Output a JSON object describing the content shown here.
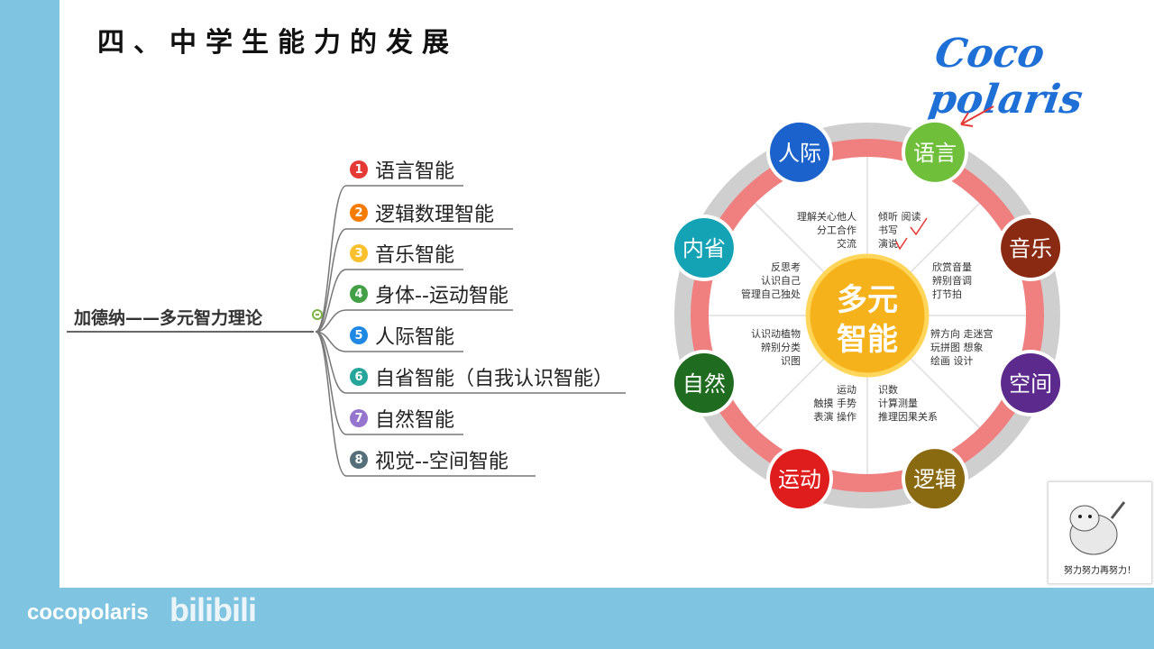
{
  "slide": {
    "title": "四、中学生能力的发展",
    "brand": "Coco polaris"
  },
  "mindmap": {
    "root": "加德纳——多元智力理论",
    "branches": [
      {
        "num": "1",
        "label": "语言智能",
        "color": "#e53935"
      },
      {
        "num": "2",
        "label": "逻辑数理智能",
        "color": "#f57c00"
      },
      {
        "num": "3",
        "label": "音乐智能",
        "color": "#fbc02d"
      },
      {
        "num": "4",
        "label": "身体--运动智能",
        "color": "#43a047"
      },
      {
        "num": "5",
        "label": "人际智能",
        "color": "#1e88e5"
      },
      {
        "num": "6",
        "label": "自省智能（自我认识智能）",
        "color": "#26a69a"
      },
      {
        "num": "7",
        "label": "自然智能",
        "color": "#9575cd"
      },
      {
        "num": "8",
        "label": "视觉--空间智能",
        "color": "#546e7a"
      }
    ]
  },
  "diagram": {
    "center_line1": "多元",
    "center_line2": "智能",
    "outer": [
      {
        "label": "语言",
        "color": "#6fbf3a"
      },
      {
        "label": "音乐",
        "color": "#8b2a12"
      },
      {
        "label": "空间",
        "color": "#5b2a8c"
      },
      {
        "label": "逻辑",
        "color": "#8a6a10"
      },
      {
        "label": "运动",
        "color": "#e01d1d"
      },
      {
        "label": "自然",
        "color": "#1f6b1f"
      },
      {
        "label": "内省",
        "color": "#14a3b5"
      },
      {
        "label": "人际",
        "color": "#1b62cc"
      }
    ],
    "descriptions": [
      {
        "lines": [
          "倾听 阅读",
          "书写",
          "演说"
        ]
      },
      {
        "lines": [
          "欣赏音量",
          "辨别音调",
          "打节拍"
        ]
      },
      {
        "lines": [
          "辨方向  走迷宫",
          "玩拼图  想象",
          "绘画  设计"
        ]
      },
      {
        "lines": [
          "识数",
          "计算测量",
          "推理因果关系"
        ]
      },
      {
        "lines": [
          "运动",
          "触摸  手势",
          "表演  操作"
        ]
      },
      {
        "lines": [
          "认识动植物",
          "辨别分类",
          "识图"
        ]
      },
      {
        "lines": [
          "反思考",
          "认识自己",
          "管理自己独处"
        ]
      },
      {
        "lines": [
          "理解关心他人",
          "分工合作",
          "交流"
        ]
      }
    ]
  },
  "footer": {
    "watermark": "cocopolaris",
    "bili": "bilibili"
  },
  "sticker": {
    "text": "努力努力再努力！"
  }
}
